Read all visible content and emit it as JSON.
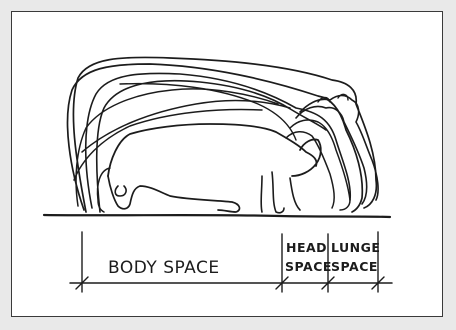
{
  "labels": {
    "body_space": "BODY SPACE",
    "head_space_line1": "HEAD",
    "head_space_line2": "SPACE",
    "lunge_space_line1": "LUNGE",
    "lunge_space_line2": "SPACE"
  },
  "colors": {
    "ink": "#1c1c1c",
    "paper": "#ffffff",
    "background": "#e9e9e9"
  }
}
